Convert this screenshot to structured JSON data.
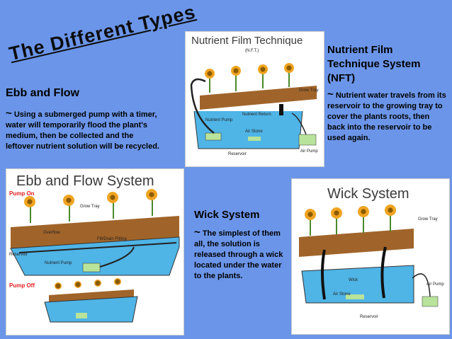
{
  "title": "The Different Types",
  "ebb": {
    "heading": "Ebb and Flow",
    "tilde": "~",
    "desc": "Using a submerged pump with a timer, water will temporarily flood the plant's medium, then be collected and the leftover nutrient solution will be recycled."
  },
  "nft": {
    "heading": "Nutrient Film Technique System (NFT)",
    "tilde": "~",
    "desc": "Nutrient water travels from its reservoir to the growing tray to cover the plants roots, then back into the reservoir to be used again.",
    "diagram": {
      "title": "Nutrient Film Technique",
      "subtitle": "(N.F.T.)",
      "labels": {
        "grow_tray": "Grow Tray",
        "nutrient_return": "Nutrient Return",
        "nutrient_pump": "Nutrient Pump",
        "air_stone": "Air Stone",
        "reservoir": "Reservoir",
        "air_pump": "Air Pump"
      }
    }
  },
  "wick": {
    "heading": "Wick System",
    "tilde": "~",
    "desc": "The simplest of them all, the solution is released through a wick located under the water to the plants.",
    "diagram": {
      "title": "Wick System",
      "labels": {
        "grow_tray": "Grow Tray",
        "wick": "Wick",
        "air_stone": "Air Stone",
        "reservoir": "Reservoir",
        "air_pump": "Air Pump"
      }
    }
  },
  "ebb_diagram": {
    "title": "Ebb and Flow System",
    "labels": {
      "pump_on": "Pump On",
      "grow_tray": "Grow Tray",
      "overflow": "Overflow",
      "fill_drain": "Fill/Drain Fitting",
      "reservoir": "Reservoir",
      "nutrient_pump": "Nutrient Pump",
      "pump_off": "Pump Off"
    }
  },
  "colors": {
    "background": "#6b95e8",
    "water": "#4fb4e6",
    "tray": "#a0642a",
    "flower": "#f0a422",
    "pump": "#b8e39a",
    "pump_label": "#e02020"
  }
}
